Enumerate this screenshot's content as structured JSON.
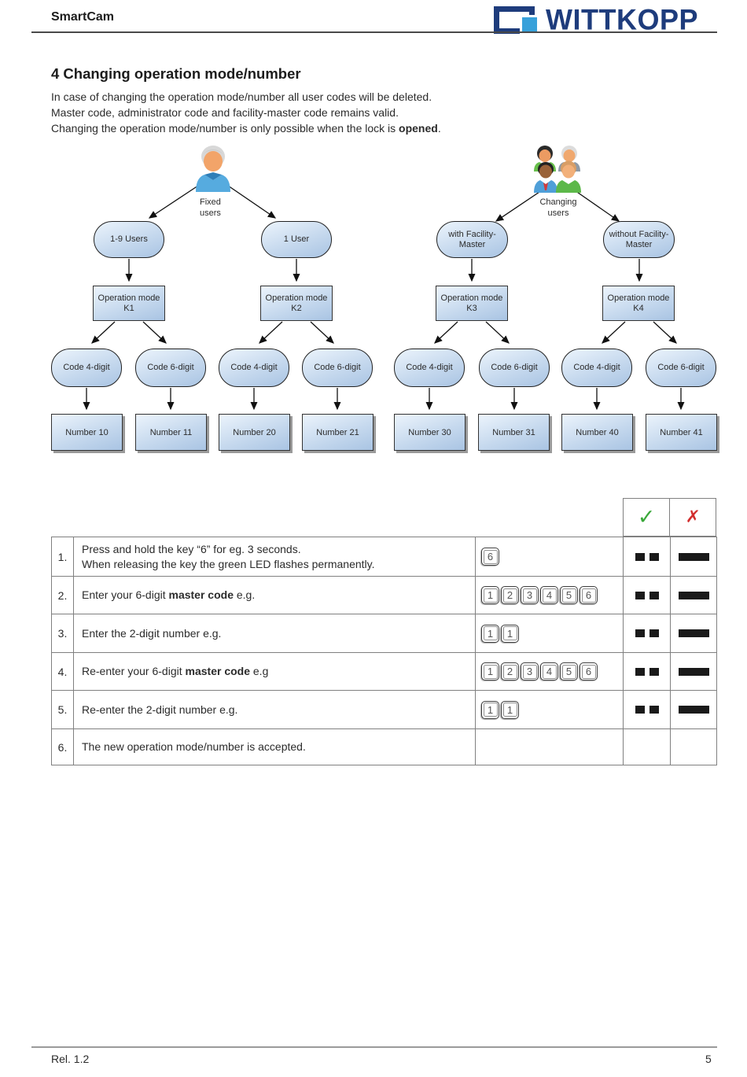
{
  "header": {
    "product_name": "SmartCam",
    "brand": "WITTKOPP"
  },
  "intro": {
    "title": "4 Changing operation mode/number",
    "line1": "In case of changing the operation mode/number all user codes will be deleted.",
    "line2": "Master code, administrator code and facility-master code remains valid.",
    "line3_prefix": "Changing the operation mode/number is only possible when the lock is ",
    "line3_bold": "opened",
    "line3_suffix": "."
  },
  "flowchart": {
    "fixed_users_label": "Fixed users",
    "changing_users_label": "Changing users",
    "user_types": [
      "1-9 Users",
      "1 User",
      "with Facility-Master",
      "without Facility-Master"
    ],
    "operation_modes": [
      {
        "line1": "Operation mode",
        "line2": "K1"
      },
      {
        "line1": "Operation mode",
        "line2": "K2"
      },
      {
        "line1": "Operation mode",
        "line2": "K3"
      },
      {
        "line1": "Operation mode",
        "line2": "K4"
      }
    ],
    "codes": [
      "Code 4-digit",
      "Code 6-digit",
      "Code 4-digit",
      "Code 6-digit",
      "Code 4-digit",
      "Code 6-digit",
      "Code 4-digit",
      "Code 6-digit"
    ],
    "numbers": [
      "Number 10",
      "Number 11",
      "Number 20",
      "Number 21",
      "Number 30",
      "Number 31",
      "Number 40",
      "Number 41"
    ]
  },
  "table": {
    "ok_icon": "✓",
    "fail_icon": "✗",
    "led_ok_icon": "two-short-flashes",
    "led_fail_icon": "one-long-flash",
    "rows": [
      {
        "num": "1.",
        "line1_prefix": "Press and hold the key “6” for eg. 3 seconds.",
        "line1_bold": "",
        "line1_suffix": "",
        "line2": "When releasing the key the green LED flashes permanently.",
        "keys": [
          "6"
        ]
      },
      {
        "num": "2.",
        "line1_prefix": "Enter your 6-digit ",
        "line1_bold": "master code",
        "line1_suffix": " e.g.",
        "line2": "",
        "keys": [
          "1",
          "2",
          "3",
          "4",
          "5",
          "6"
        ]
      },
      {
        "num": "3.",
        "line1_prefix": "Enter the 2-digit number e.g.",
        "line1_bold": "",
        "line1_suffix": "",
        "line2": "",
        "keys": [
          "1",
          "1"
        ]
      },
      {
        "num": "4.",
        "line1_prefix": "Re-enter your 6-digit ",
        "line1_bold": "master code",
        "line1_suffix": " e.g",
        "line2": "",
        "keys": [
          "1",
          "2",
          "3",
          "4",
          "5",
          "6"
        ]
      },
      {
        "num": "5.",
        "line1_prefix": "Re-enter the 2-digit number e.g.",
        "line1_bold": "",
        "line1_suffix": "",
        "line2": "",
        "keys": [
          "1",
          "1"
        ]
      },
      {
        "num": "6.",
        "line1_prefix": "The new operation mode/number is accepted.",
        "line1_bold": "",
        "line1_suffix": "",
        "line2": "",
        "keys": []
      }
    ]
  },
  "footer": {
    "release": "Rel. 1.2",
    "page_number": "5"
  },
  "colors": {
    "brand_navy": "#1e3c7c",
    "brand_lightblue": "#38a1da",
    "node_fill_light": "#ecf4fc",
    "node_fill_dark": "#a9c4e3",
    "check_green": "#3aa83a",
    "cross_red": "#d22d2d",
    "led_black": "#1a1a1a"
  }
}
